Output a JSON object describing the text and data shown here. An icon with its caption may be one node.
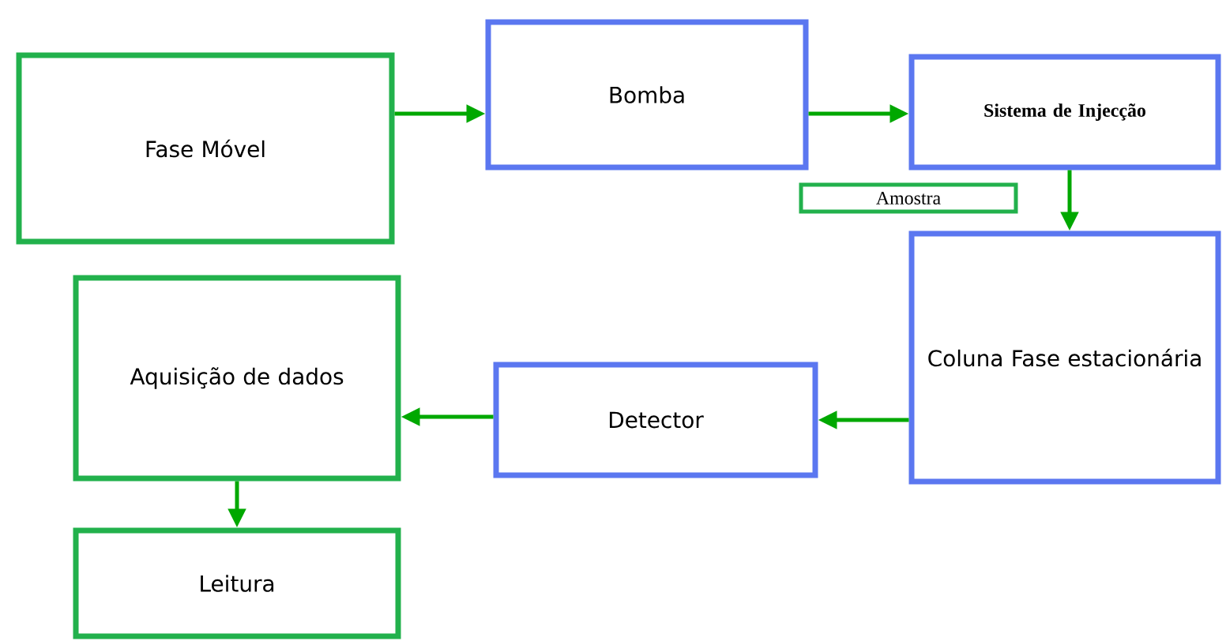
{
  "diagram": {
    "nodes": [
      {
        "text": [
          "Fase Móvel"
        ]
      },
      {
        "text": [
          "Bomba"
        ]
      },
      {
        "text": [
          "Sistema de Injecção"
        ]
      },
      {
        "text": [
          "Amostra"
        ]
      },
      {
        "text": [
          "Coluna Fase estacionária"
        ]
      },
      {
        "text": [
          "Aquisição de dados"
        ]
      },
      {
        "text": [
          "Detector"
        ]
      },
      {
        "text": [
          "Leitura"
        ]
      }
    ],
    "edges": [
      {
        "from": 0,
        "to": 1,
        "arrow": "to"
      },
      {
        "from": 1,
        "to": 2,
        "arrow": "to"
      },
      {
        "from": 2,
        "to": 4,
        "arrow": "to"
      },
      {
        "from": 4,
        "to": 6,
        "arrow": "to"
      },
      {
        "from": 6,
        "to": 5,
        "arrow": "to"
      },
      {
        "from": 5,
        "to": 7,
        "arrow": "to"
      }
    ]
  }
}
